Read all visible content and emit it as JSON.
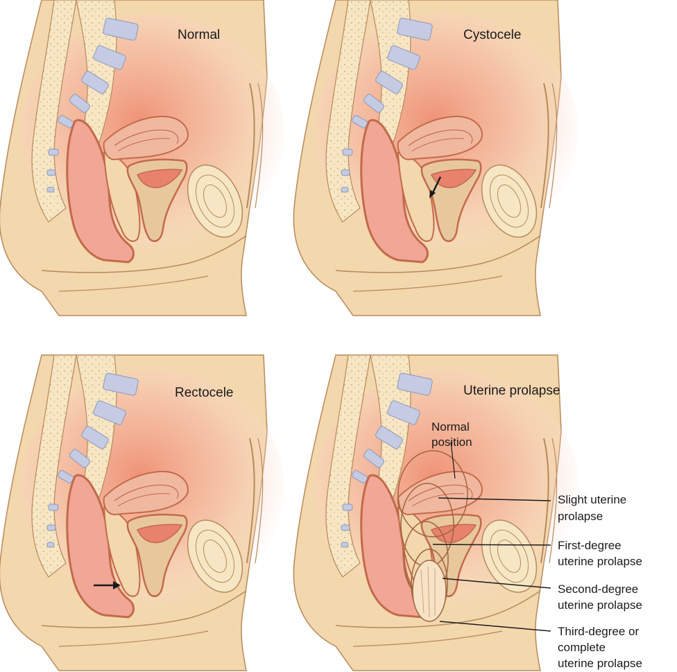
{
  "panels": [
    {
      "title": "Normal"
    },
    {
      "title": "Cystocele"
    },
    {
      "title": "Rectocele"
    },
    {
      "title": "Uterine prolapse"
    }
  ],
  "prolapse_labels": {
    "normal_position": [
      "Normal",
      "position"
    ],
    "slight": [
      "Slight uterine",
      "prolapse"
    ],
    "first": [
      "First-degree",
      "uterine prolapse"
    ],
    "second": [
      "Second-degree",
      "uterine prolapse"
    ],
    "third": [
      "Third-degree or",
      "complete",
      "uterine prolapse"
    ]
  },
  "colors": {
    "skin": "#f3d7ad",
    "skin_outline": "#b5895a",
    "bone": "#f7e6c4",
    "disc": "#c4cbe2",
    "pink_glow": "#f2a98f",
    "organ": "#f1a696",
    "organ_dark": "#c26a4a",
    "uterus_lining": "#e9826d",
    "arrow": "#1a1a1a"
  }
}
